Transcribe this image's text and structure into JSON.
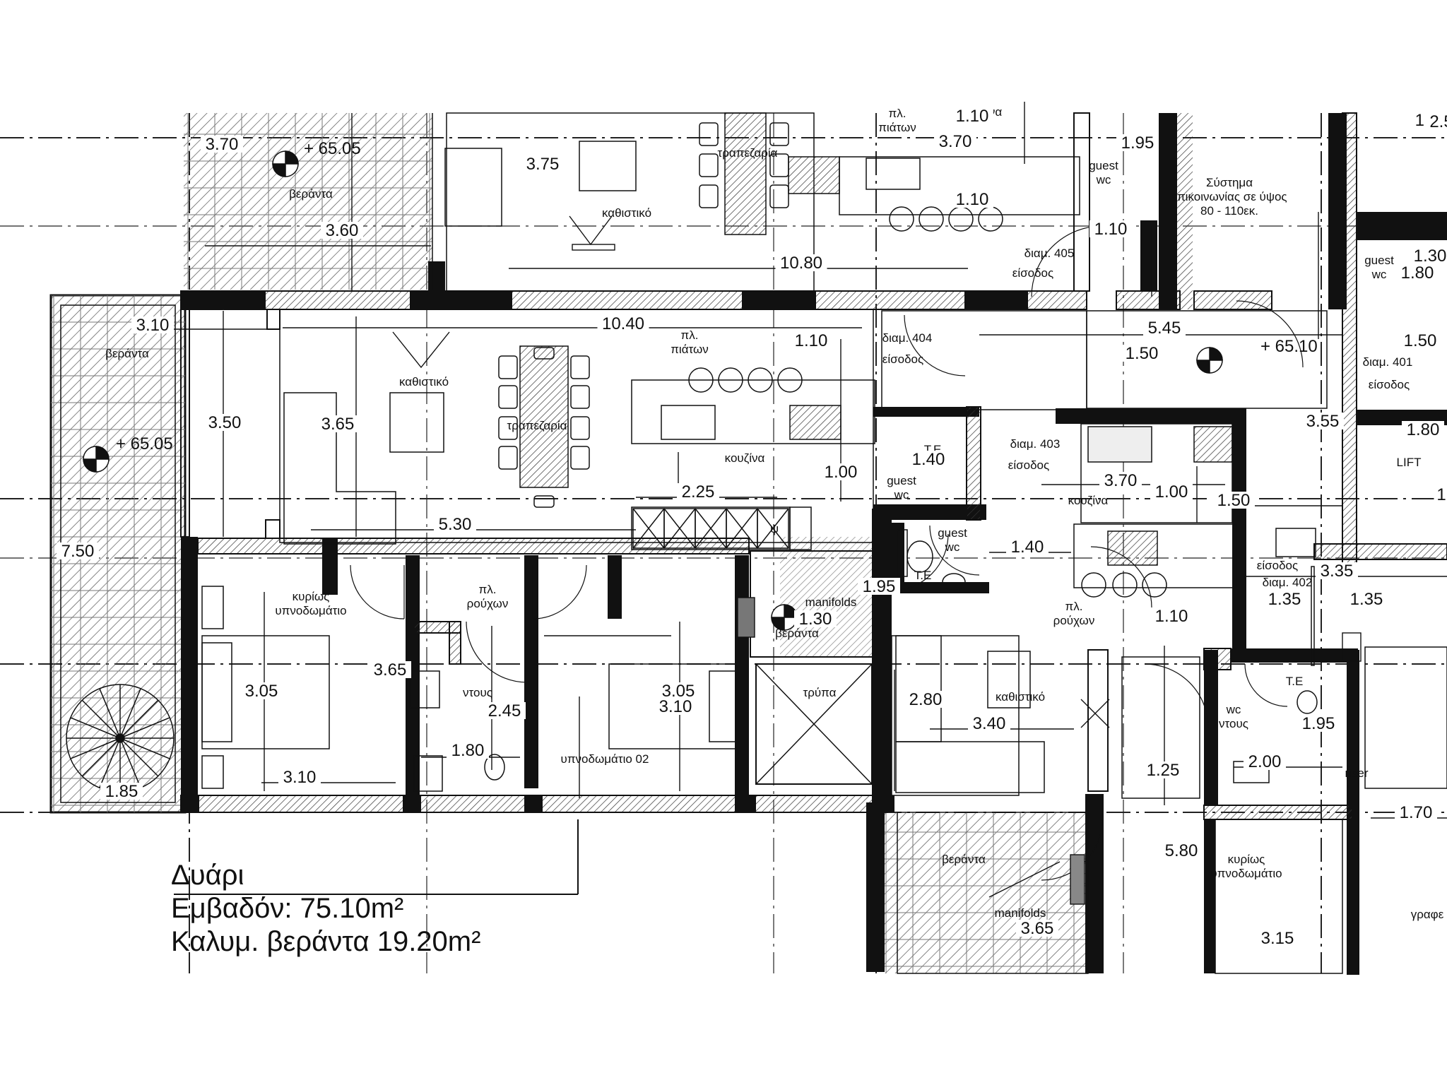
{
  "summary": {
    "name": "Δυάρι",
    "area": "Εμβαδόν: 75.10m²",
    "veranda": "Καλυμ. βεράντα 19.20m²"
  },
  "rooms": [
    {
      "id": "kathistiko-top",
      "text": "καθιστικό"
    },
    {
      "id": "trapezaria-top",
      "text": "τραπεζαρία"
    },
    {
      "id": "kouzina-top",
      "text": "κουζινα"
    },
    {
      "id": "veranda-top",
      "text": "βεράντα"
    },
    {
      "id": "pl-piaton-top",
      "text": "πλ.\nπιάτων"
    },
    {
      "id": "guest-wc-top",
      "text": "guest\nwc"
    },
    {
      "id": "diam405",
      "text": "διαμ. 405"
    },
    {
      "id": "eisodos405",
      "text": "είσοδος"
    },
    {
      "id": "veranda-left",
      "text": "βεράντα"
    },
    {
      "id": "kathistiko-main",
      "text": "καθιστικό"
    },
    {
      "id": "trapezaria-main",
      "text": "τραπεζαρία"
    },
    {
      "id": "pl-piaton-main",
      "text": "πλ.\nπιάτων"
    },
    {
      "id": "kouzina-main",
      "text": "κουζίνα"
    },
    {
      "id": "diam404",
      "text": "διαμ. 404"
    },
    {
      "id": "eisodos404",
      "text": "είσοδος"
    },
    {
      "id": "guest-wc-main",
      "text": "guest\nwc"
    },
    {
      "id": "te1",
      "text": "T.E"
    },
    {
      "id": "diam403",
      "text": "διαμ. 403"
    },
    {
      "id": "eisodos403",
      "text": "είσοδος"
    },
    {
      "id": "kouzina-403",
      "text": "κουζίνα"
    },
    {
      "id": "guest-wc-403",
      "text": "guest\nwc"
    },
    {
      "id": "te2",
      "text": "T.E"
    },
    {
      "id": "kyrios-ypno",
      "text": "κυρίως\nυπνοδωμάτιο"
    },
    {
      "id": "pl-rouxon",
      "text": "πλ.\nρούχων"
    },
    {
      "id": "ntous",
      "text": "ντους"
    },
    {
      "id": "ypno02",
      "text": "υπνοδωμάτιο 02"
    },
    {
      "id": "trypa",
      "text": "τρύπα"
    },
    {
      "id": "veranda-mid",
      "text": "βεράντα"
    },
    {
      "id": "manifolds-mid",
      "text": "manifolds"
    },
    {
      "id": "pl-rouxon-403",
      "text": "πλ.\nρούχων"
    },
    {
      "id": "kathistiko-403",
      "text": "καθιστικό"
    },
    {
      "id": "veranda-bottom",
      "text": "βεράντα"
    },
    {
      "id": "manifolds-bottom",
      "text": "manifolds"
    },
    {
      "id": "diam402",
      "text": "διαμ. 402"
    },
    {
      "id": "eisodos402",
      "text": "είσοδος"
    },
    {
      "id": "wc-ntous",
      "text": "wc\nντους"
    },
    {
      "id": "te3",
      "text": "T.E"
    },
    {
      "id": "riser",
      "text": "riser"
    },
    {
      "id": "kyrios-ypno-402",
      "text": "κυρίως\nυπνοδωμάτιο"
    },
    {
      "id": "grafeio",
      "text": "γραφε"
    },
    {
      "id": "diam401",
      "text": "διαμ. 401"
    },
    {
      "id": "eisodos401",
      "text": "είσοδος"
    },
    {
      "id": "guest-wc-401",
      "text": "guest\nwc"
    },
    {
      "id": "lift",
      "text": "LIFT"
    },
    {
      "id": "systima",
      "text": "Σύστημα\nεπικοινωνίας σε ύψος\n80 - 110εκ."
    },
    {
      "id": "psi",
      "text": "ψ"
    }
  ],
  "levels": [
    {
      "id": "lvl-top",
      "text": "+ 65.05"
    },
    {
      "id": "lvl-left",
      "text": "+ 65.05"
    },
    {
      "id": "lvl-right",
      "text": "+ 65.10"
    }
  ],
  "dimensions": [
    "3.70",
    "3.60",
    "3.75",
    "10.80",
    "1.10",
    "1.10",
    "3.70",
    "1.95",
    "1.10",
    "1.25",
    "3.10",
    "3.50",
    "10.40",
    "1.10",
    "5.45",
    "1.50",
    "1.50",
    "1.30",
    "1.80",
    "3.65",
    "1.00",
    "1.40",
    "3.70",
    "1.00",
    "3.55",
    "1.80",
    "2.25",
    "5.30",
    "1.50",
    "1.40",
    "3.35",
    "1.35",
    "1.35",
    "7.50",
    "3.05",
    "3.65",
    "3.10",
    "3.05",
    "2.45",
    "1.95",
    "1.30",
    "1.10",
    "1.80",
    "3.10",
    "2.80",
    "3.40",
    "1.95",
    "2.00",
    "1.25",
    "1.85",
    "1.70",
    "5.80",
    "3.65",
    "3.15",
    "2.5",
    "1"
  ]
}
